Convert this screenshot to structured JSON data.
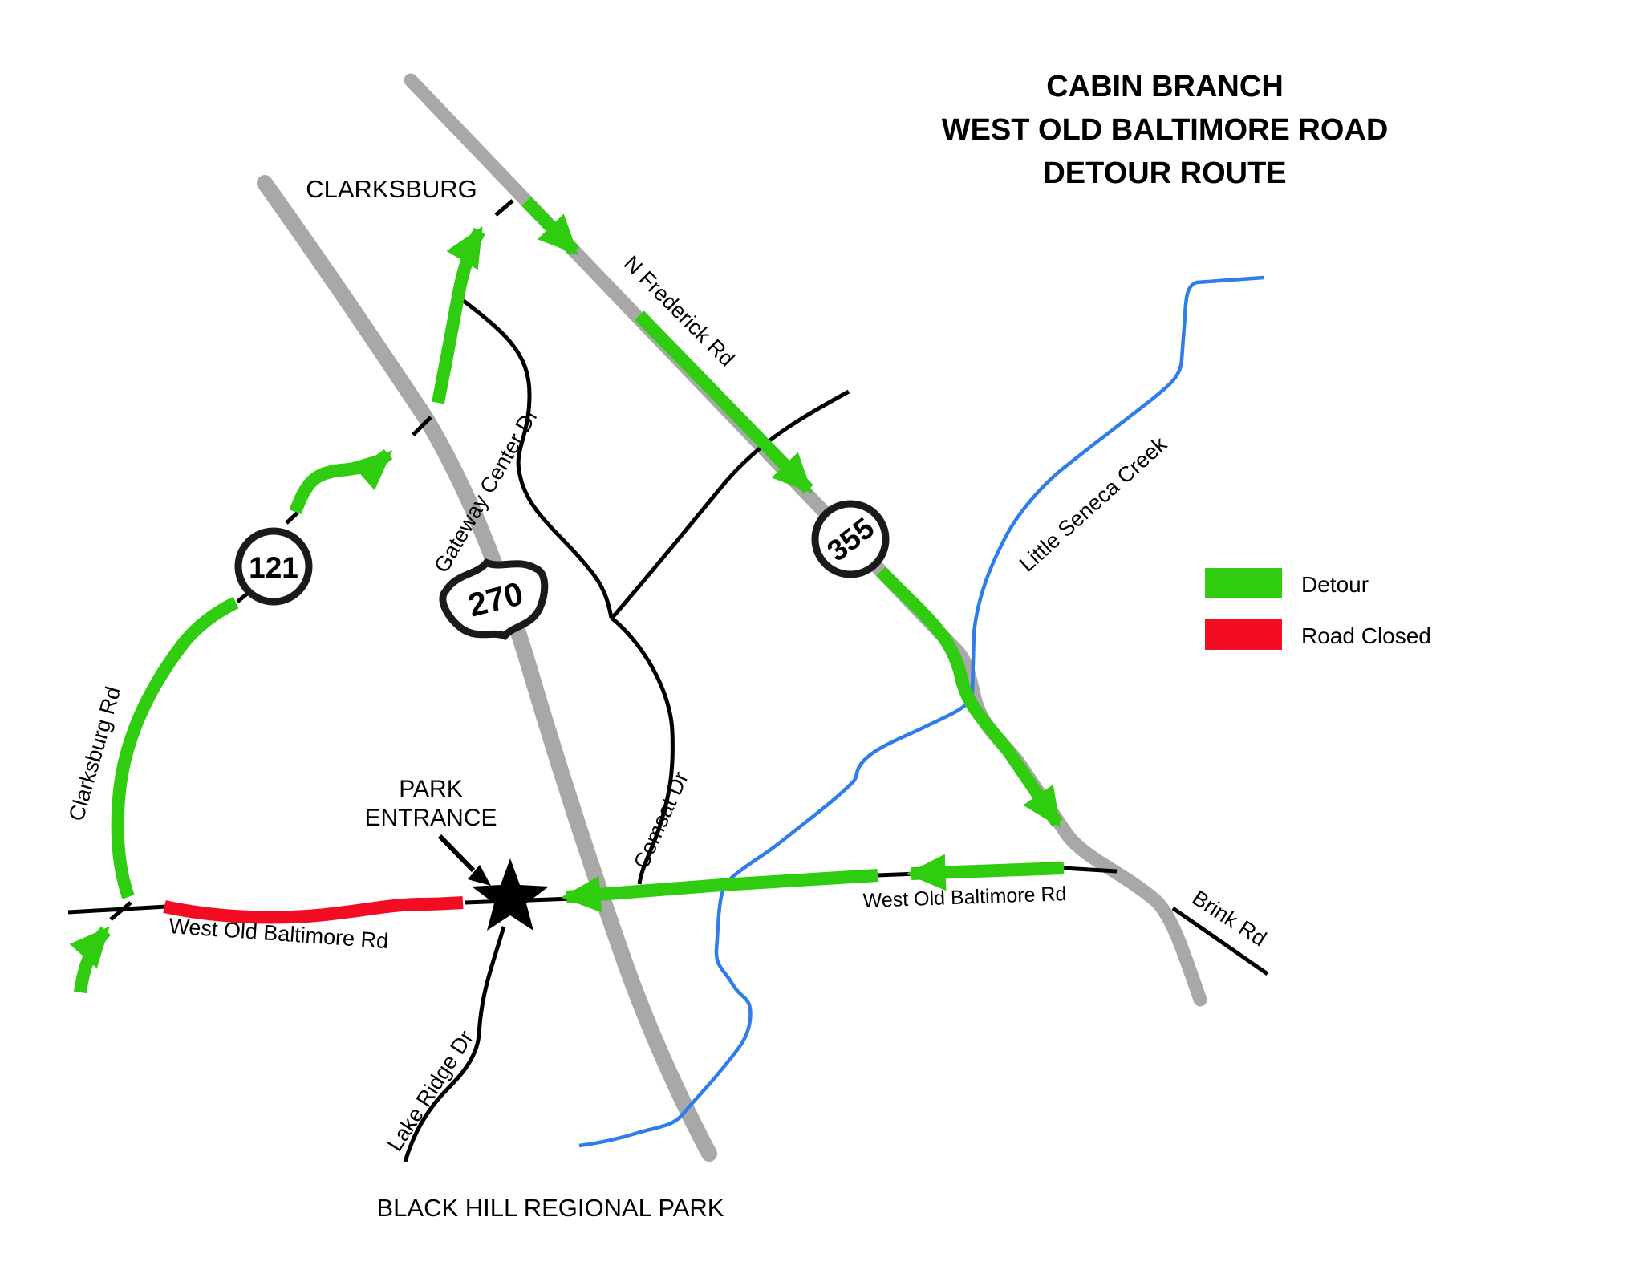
{
  "title": {
    "line1": "CABIN BRANCH",
    "line2": "WEST OLD BALTIMORE ROAD",
    "line3": "DETOUR ROUTE"
  },
  "legend": {
    "detour_label": "Detour",
    "road_closed_label": "Road Closed",
    "detour_color": "#2fcc0f",
    "road_closed_color": "#f20d23"
  },
  "colors": {
    "highway_gray": "#a8a8a8",
    "creek_blue": "#2e7de9",
    "road_black": "#000000"
  },
  "shields": {
    "route_121": "121",
    "route_270": "270",
    "route_355": "355"
  },
  "labels": {
    "clarksburg": "CLARKSBURG",
    "n_frederick_rd": "N Frederick Rd",
    "gateway_center_dr": "Gateway Center Dr",
    "little_seneca_creek": "Little Seneca Creek",
    "clarksburg_rd": "Clarksburg Rd",
    "comsat_dr": "Comsat Dr",
    "park_entrance_line1": "PARK",
    "park_entrance_line2": "ENTRANCE",
    "west_old_baltimore_rd_west": "West Old Baltimore Rd",
    "west_old_baltimore_rd_east": "West Old Baltimore Rd",
    "brink_rd": "Brink Rd",
    "lake_ridge_dr": "Lake Ridge Dr",
    "black_hill_regional_park": "BLACK HILL REGIONAL PARK"
  }
}
